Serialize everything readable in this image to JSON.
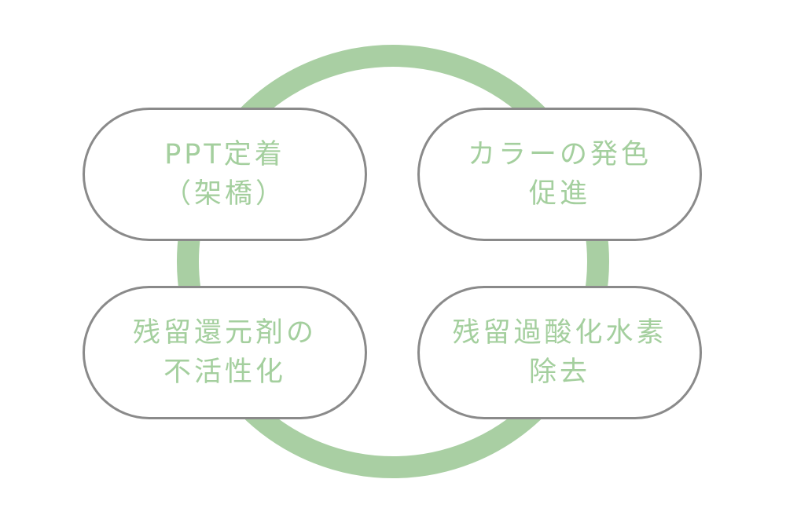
{
  "ring": {
    "color": "#a9cfa3"
  },
  "pill_text_color": "#a4cf9e",
  "pill_border_color": "#8a8a8a",
  "boxes": [
    {
      "line1": "PPT定着",
      "line2": "（架橋）"
    },
    {
      "line1": "カラーの発色",
      "line2": "促進"
    },
    {
      "line1": "残留還元剤の",
      "line2": "不活性化"
    },
    {
      "line1": "残留過酸化水素",
      "line2": "除去"
    }
  ]
}
